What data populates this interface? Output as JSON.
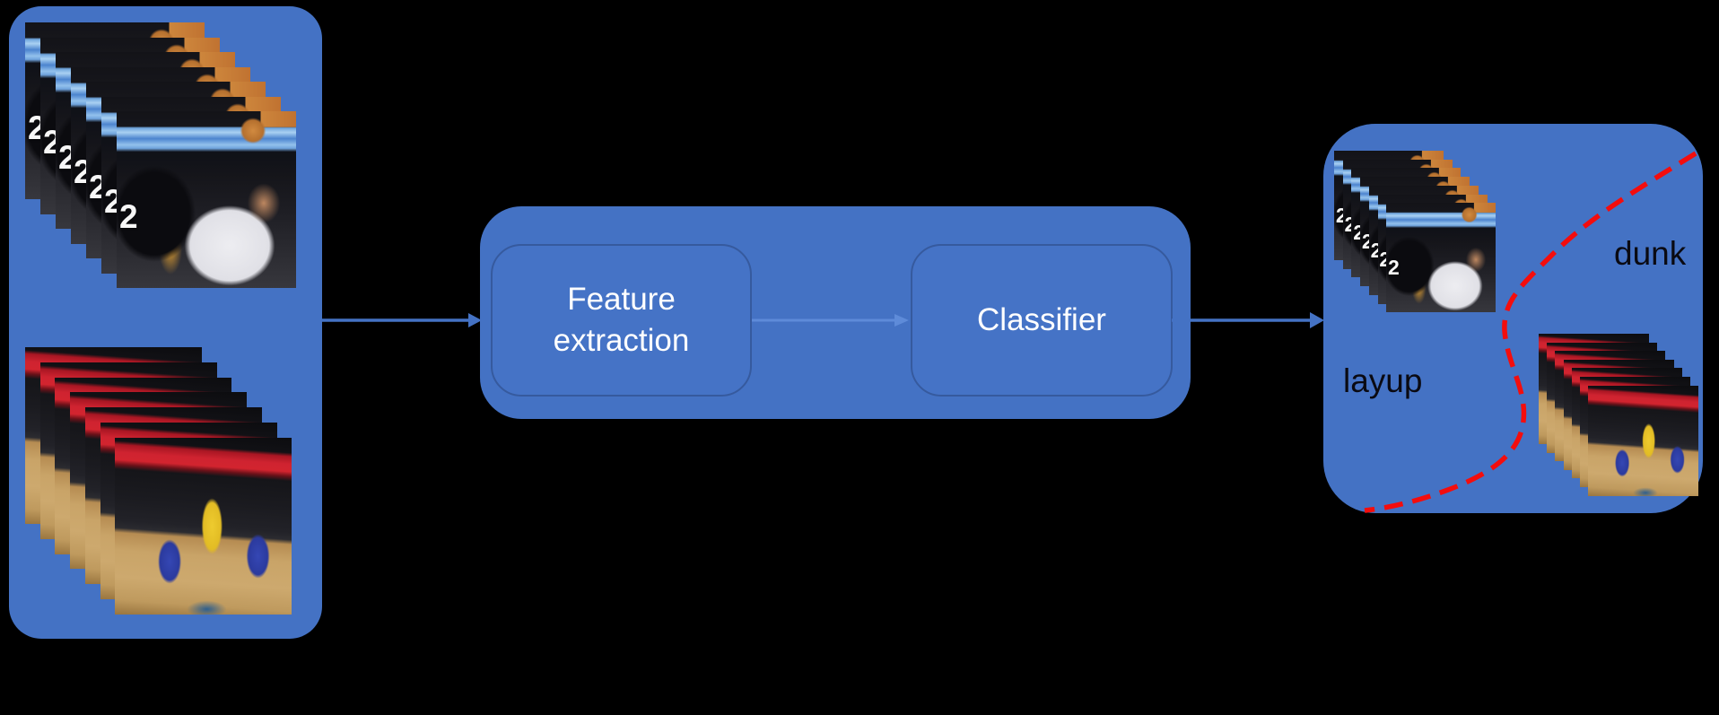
{
  "colors": {
    "background": "#000000",
    "panel_blue": "#4472C4",
    "inner_box_fill": "#4573C6",
    "inner_box_border": "#36599E",
    "arrow_blue": "#4472C4",
    "inner_arrow_blue": "#5E8BD9",
    "boundary_red": "#F40D0D",
    "box_text": "#FFFFFF",
    "class_label_text": "#0A0A12"
  },
  "input_panel": {
    "stacks": [
      {
        "name": "layup-clip",
        "frames": 7
      },
      {
        "name": "dunk-clip",
        "frames": 7
      }
    ]
  },
  "pipeline": {
    "boxes": [
      {
        "label": "Feature extraction"
      },
      {
        "label": "Classifier"
      }
    ]
  },
  "output_panel": {
    "class_labels": [
      {
        "label": "dunk"
      },
      {
        "label": "layup"
      }
    ],
    "stacks": [
      {
        "name": "layup-clip",
        "frames": 7
      },
      {
        "name": "dunk-clip",
        "frames": 7
      }
    ]
  }
}
